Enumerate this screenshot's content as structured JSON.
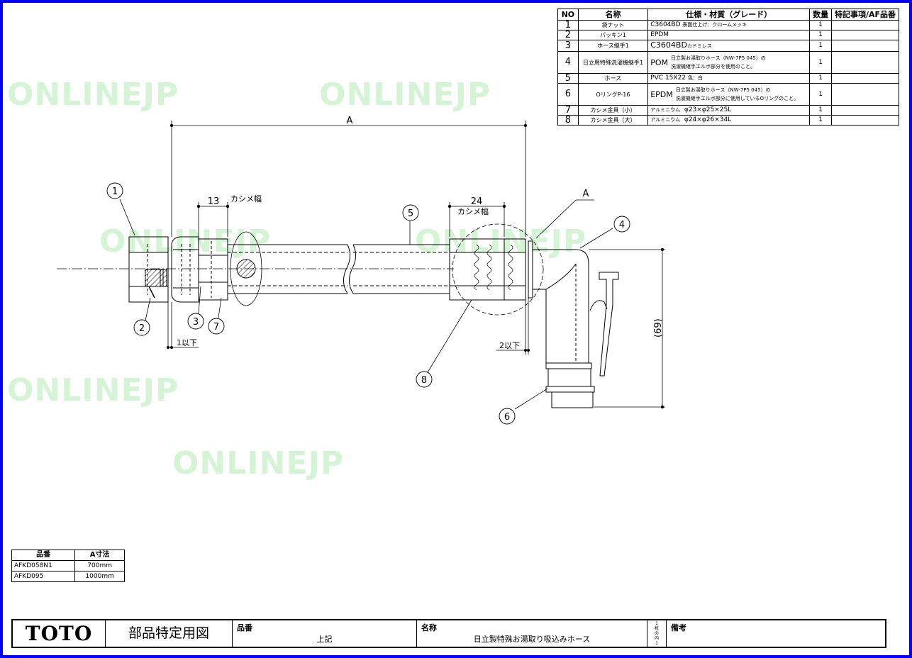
{
  "watermark": "ONLINEJP",
  "parts_table": {
    "headers": [
      "NO",
      "名称",
      "仕様・材質（グレード）",
      "数量",
      "特記事項/AF品番"
    ],
    "rows": [
      {
        "no": "1",
        "name": "袋ナット",
        "material": "C3604BD",
        "spec": "表面仕上げ：クロームメッキ",
        "qty": "1"
      },
      {
        "no": "2",
        "name": "パッキン1",
        "material": "EPDM",
        "spec": "",
        "qty": "1"
      },
      {
        "no": "3",
        "name": "ホース継手1",
        "material": "C3604BD",
        "spec": "カドミレス",
        "qty": "1"
      },
      {
        "no": "4",
        "name": "日立用特殊洗濯機継手1",
        "material": "POM",
        "spec": "日立製お湯取りホース（NW-7P5 045）の",
        "spec2": "洗濯機継手エルボ部分を使用のこと。",
        "qty": "1"
      },
      {
        "no": "5",
        "name": "ホース",
        "material": "PVC 15X22",
        "spec": "色：白",
        "qty": "1"
      },
      {
        "no": "6",
        "name": "OリングP-16",
        "material": "EPDM",
        "spec": "日立製お湯取りホース（NW-7P5 045）の",
        "spec2": "洗濯機継手エルボ部分に使用しているOリングのこと。",
        "qty": "1"
      },
      {
        "no": "7",
        "name": "カシメ金具（小）",
        "material": "アルミニウム",
        "spec": "φ23×φ25×25L",
        "qty": "1"
      },
      {
        "no": "8",
        "name": "カシメ金具（大）",
        "material": "アルミニウム",
        "spec": "φ24×φ26×34L",
        "qty": "1"
      }
    ]
  },
  "size_table": {
    "headers": [
      "品番",
      "A寸法"
    ],
    "rows": [
      {
        "code": "AFKD058N1",
        "a": "700mm"
      },
      {
        "code": "AFKD095",
        "a": "1000mm"
      }
    ]
  },
  "drawing": {
    "dim_a": "A",
    "dim_a_detail": "A",
    "dim_13": "13",
    "dim_24": "24",
    "crimp_width": "カシメ幅",
    "le_1": "1以下",
    "le_2": "2以下",
    "dim_69": "(69)",
    "balloons": [
      "1",
      "2",
      "3",
      "4",
      "5",
      "6",
      "7",
      "8"
    ]
  },
  "title_block": {
    "logo": "TOTO",
    "drawing_kind": "部品特定用図",
    "part_no_label": "品番",
    "part_no_value": "上記",
    "name_label": "名称",
    "name_value": "日立製特殊お湯取り吸込みホース",
    "sheet": [
      "1",
      "枚",
      "の",
      "内",
      "1"
    ],
    "remarks_label": "備考"
  }
}
